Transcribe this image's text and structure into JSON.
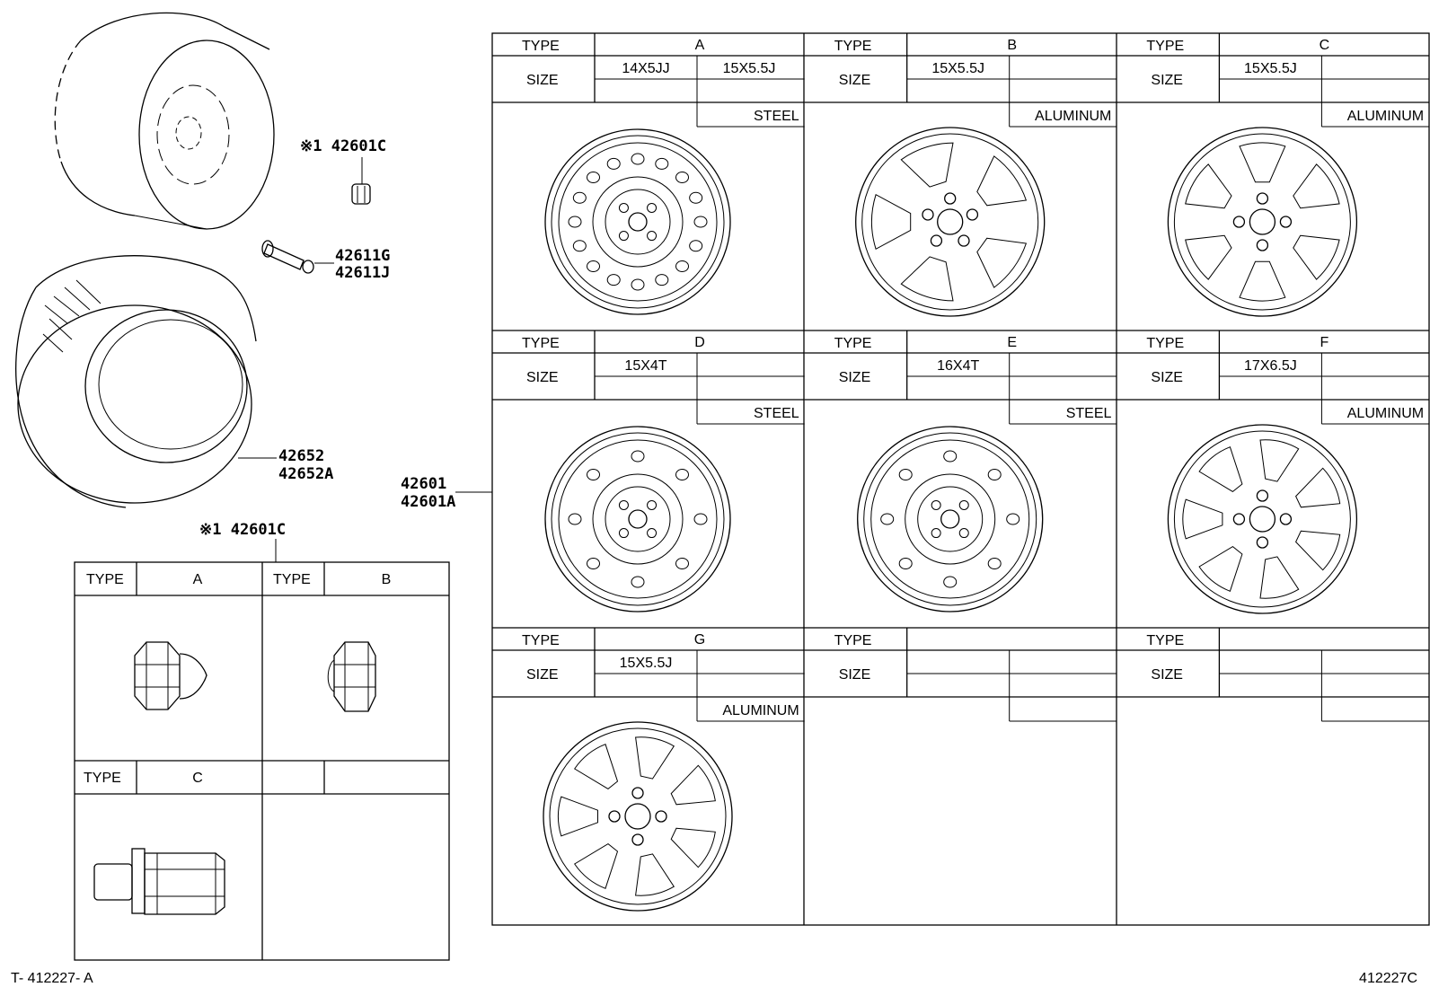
{
  "callouts": {
    "lug_nut_top": "※1 42601C",
    "valve_1": "42611G",
    "valve_2": "42611J",
    "tire_1": "42652",
    "tire_2": "42652A",
    "wheel_1": "42601",
    "wheel_2": "42601A",
    "lug_nut_table": "※1 42601C"
  },
  "wheel_table": {
    "type_label": "TYPE",
    "size_label": "SIZE",
    "cells": [
      {
        "type": "A",
        "size1": "14X5JJ",
        "size2": "15X5.5J",
        "material": "STEEL",
        "icon": "steel-wheel-icon"
      },
      {
        "type": "B",
        "size1": "15X5.5J",
        "size2": "",
        "material": "ALUMINUM",
        "icon": "aluminum-wheel-icon"
      },
      {
        "type": "C",
        "size1": "15X5.5J",
        "size2": "",
        "material": "ALUMINUM",
        "icon": "aluminum-wheel-icon"
      },
      {
        "type": "D",
        "size1": "15X4T",
        "size2": "",
        "material": "STEEL",
        "icon": "steel-wheel-icon"
      },
      {
        "type": "E",
        "size1": "16X4T",
        "size2": "",
        "material": "STEEL",
        "icon": "steel-wheel-icon"
      },
      {
        "type": "F",
        "size1": "17X6.5J",
        "size2": "",
        "material": "ALUMINUM",
        "icon": "aluminum-wheel-icon"
      },
      {
        "type": "G",
        "size1": "15X5.5J",
        "size2": "",
        "material": "ALUMINUM",
        "icon": "aluminum-wheel-icon"
      },
      {
        "type": "",
        "size1": "",
        "size2": "",
        "material": "",
        "icon": ""
      },
      {
        "type": "",
        "size1": "",
        "size2": "",
        "material": "",
        "icon": ""
      }
    ]
  },
  "nut_table": {
    "type_label": "TYPE",
    "cells": [
      {
        "type": "A",
        "icon": "cap-nut-icon"
      },
      {
        "type": "B",
        "icon": "open-nut-icon"
      },
      {
        "type": "C",
        "icon": "long-lug-nut-icon"
      },
      {
        "type": "",
        "icon": ""
      }
    ]
  },
  "footer": {
    "left": "T- 412227- A",
    "right": "412227C"
  }
}
